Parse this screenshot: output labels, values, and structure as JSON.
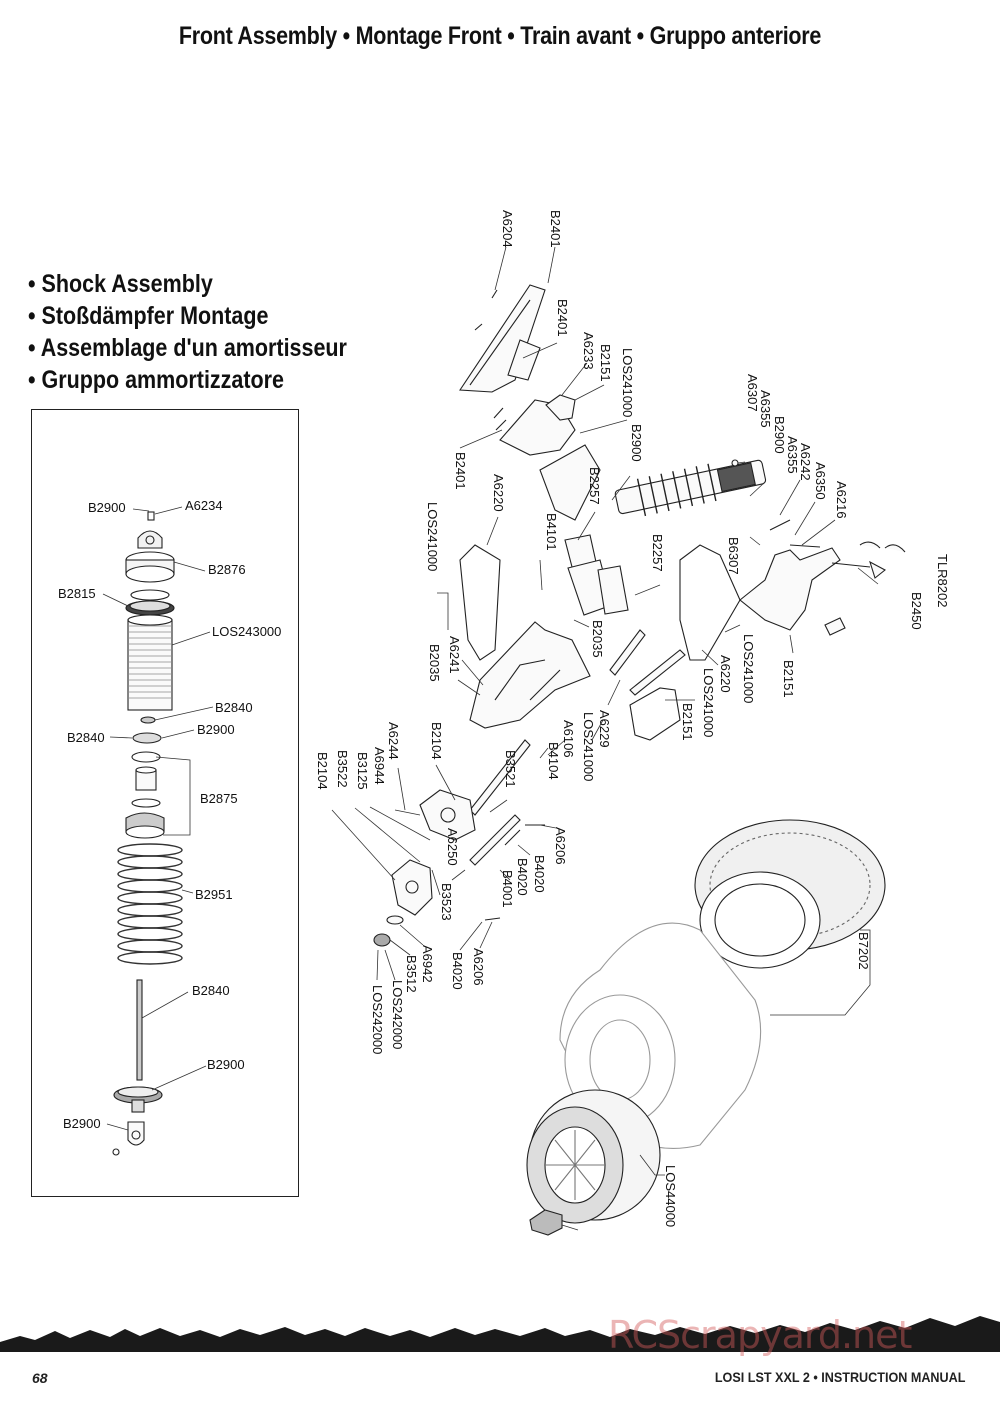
{
  "page": {
    "title": "Front Assembly • Montage Front • Train avant • Gruppo anteriore",
    "page_number": "68",
    "manual_title": "LOSI LST XXL 2 • INSTRUCTION MANUAL",
    "watermark": "RCScrapyard.net"
  },
  "shock_section": {
    "headings": [
      "• Shock Assembly",
      "• Stoßdämpfer Montage",
      "• Assemblage d'un amortisseur",
      "• Gruppo ammortizzatore"
    ],
    "labels": {
      "b2900_top": "B2900",
      "a6234": "A6234",
      "b2876": "B2876",
      "b2815": "B2815",
      "los243000": "LOS243000",
      "b2840_a": "B2840",
      "b2840_b": "B2840",
      "b2900_mid": "B2900",
      "b2875": "B2875",
      "b2951": "B2951",
      "b2840_c": "B2840",
      "b2900_low": "B2900",
      "b2900_bottom": "B2900"
    }
  },
  "front_labels": {
    "a6204": "A6204",
    "b2401_a": "B2401",
    "b2401_b": "B2401",
    "a6233": "A6233",
    "b2151_a": "B2151",
    "los241000_a": "LOS241000",
    "b2900_a": "B2900",
    "b2401_c": "B2401",
    "a6307": "A6307",
    "a6355_a": "A6355",
    "b2900_b": "B2900",
    "a6355_b": "A6355",
    "a6242": "A6242",
    "a6350": "A6350",
    "a6216": "A6216",
    "a6220_a": "A6220",
    "b2257_a": "B2257",
    "los241000_b": "LOS241000",
    "b4101": "B4101",
    "b2257_b": "B2257",
    "b6307": "B6307",
    "tlr8202": "TLR8202",
    "b2450": "B2450",
    "b2035_a": "B2035",
    "a6241": "A6241",
    "b2035_b": "B2035",
    "los241000_c": "LOS241000",
    "a6220_b": "A6220",
    "b2151_b": "B2151",
    "los241000_d": "LOS241000",
    "b2151_c": "B2151",
    "a6229": "A6229",
    "los241000_e": "LOS241000",
    "a6106": "A6106",
    "b4104": "B4104",
    "a6244": "A6244",
    "b2104_a": "B2104",
    "a6944": "A6944",
    "b3125": "B3125",
    "b3522": "B3522",
    "b2104_b": "B2104",
    "b3521": "B3521",
    "a6206_a": "A6206",
    "a6250": "A6250",
    "b4020_a": "B4020",
    "b4020_b": "B4020",
    "b4001": "B4001",
    "b3523": "B3523",
    "a6942": "A6942",
    "b3512": "B3512",
    "los242000_a": "LOS242000",
    "los242000_b": "LOS242000",
    "b4020_c": "B4020",
    "a6206_b": "A6206",
    "b7202": "B7202",
    "los44000": "LOS44000"
  }
}
